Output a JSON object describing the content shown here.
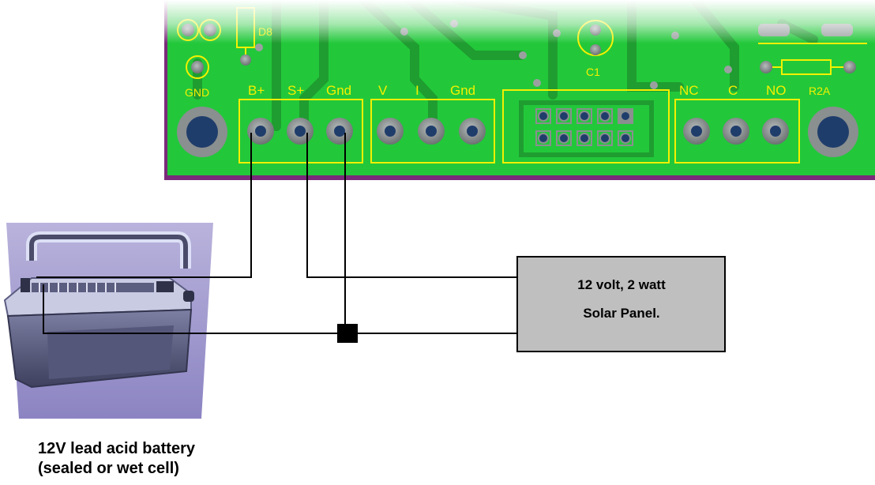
{
  "pcb": {
    "labels": {
      "bat_gnd_top": "GND",
      "d8": "D8",
      "c1": "C1",
      "r2a": "R2A",
      "bplus": "B+",
      "splus": "S+",
      "gnd1": "Gnd",
      "v": "V",
      "i": "I",
      "gnd2": "Gnd",
      "nc": "NC",
      "c": "C",
      "no": "NO"
    },
    "colors": {
      "board": "#22c83a",
      "trace": "#1f9d30",
      "silk": "#f4f000",
      "pad": "#8a8f8f",
      "edge": "#7a2a7a"
    }
  },
  "solar_panel": {
    "line1": "12 volt, 2 watt",
    "line2": "Solar Panel."
  },
  "battery": {
    "caption_line1": "12V lead acid battery",
    "caption_line2": "(sealed or wet cell)"
  }
}
